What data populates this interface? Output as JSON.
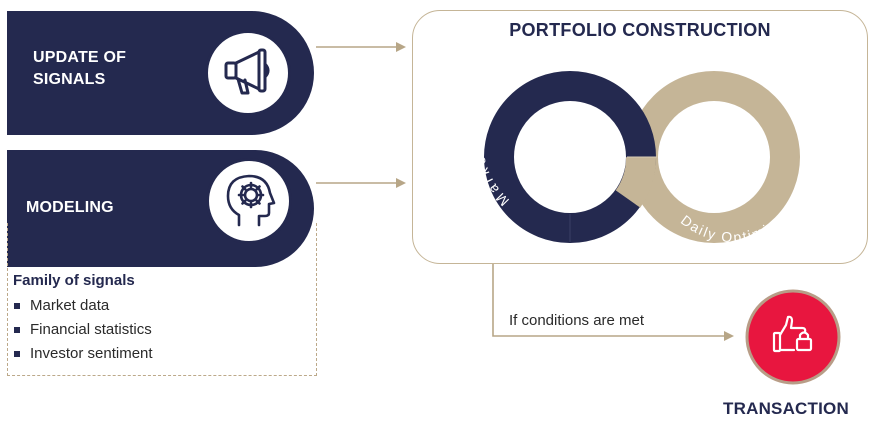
{
  "signals": {
    "update": {
      "line1": "UPDATE OF",
      "line2": "SIGNALS",
      "icon": "megaphone-icon"
    },
    "modeling": {
      "label": "MODELING",
      "icon": "head-gear-icon"
    }
  },
  "family": {
    "title": "Family of signals",
    "items": [
      "Market data",
      "Financial statistics",
      "Investor sentiment"
    ]
  },
  "portfolio": {
    "title": "PORTFOLIO CONSTRUCTION",
    "left_loop_label": "Markets Valuation",
    "right_loop_label": "Daily Optimisation"
  },
  "condition_label": "If conditions are met",
  "transaction": {
    "label": "TRANSACTION",
    "icon": "thumbs-up-lock-icon"
  },
  "colors": {
    "navy": "#24294f",
    "tan": "#c5b597",
    "arrow": "#b7a687",
    "red": "#e8163f"
  }
}
